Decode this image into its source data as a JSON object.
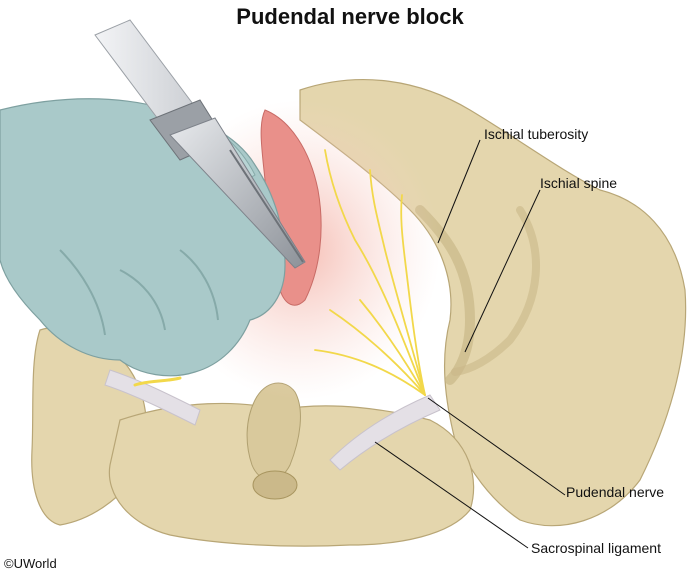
{
  "title": "Pudendal nerve block",
  "labels": {
    "ischial_tuberosity": "Ischial tuberosity",
    "ischial_spine": "Ischial spine",
    "pudendal_nerve": "Pudendal nerve",
    "sacrospinal_ligament": "Sacrospinal ligament"
  },
  "copyright": "©UWorld",
  "colors": {
    "bone": "#e4d6ad",
    "bone_shadow": "#c9b888",
    "glove": "#a9c9c9",
    "glove_shadow": "#86aaa9",
    "nerve": "#f2d84a",
    "tissue": "#e9908a",
    "ligament": "#e4e0e6",
    "needle": "#b9bdc2"
  }
}
